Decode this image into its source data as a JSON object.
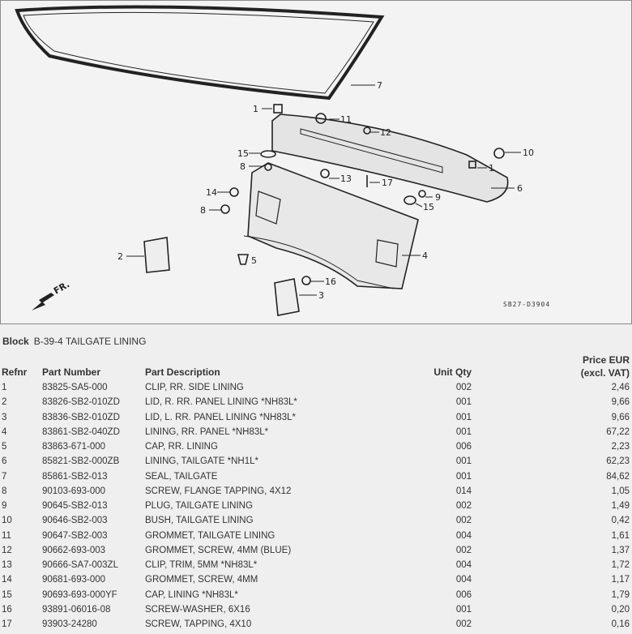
{
  "diagram": {
    "code": "SB27-D3904",
    "front_label": "FR.",
    "callouts": [
      "1",
      "11",
      "12",
      "7",
      "15",
      "8",
      "13",
      "17",
      "10",
      "1",
      "6",
      "9",
      "15",
      "14",
      "8",
      "2",
      "5",
      "4",
      "16",
      "3"
    ]
  },
  "block": {
    "label": "Block",
    "value": "B-39-4 TAILGATE LINING"
  },
  "table": {
    "headers": {
      "refnr": "Refnr",
      "part_number": "Part Number",
      "description": "Part Description",
      "qty": "Unit Qty",
      "price_line1": "Price EUR",
      "price_line2": "(excl. VAT)"
    },
    "rows": [
      {
        "ref": "1",
        "pn": "83825-SA5-000",
        "desc": "CLIP, RR. SIDE LINING",
        "qty": "002",
        "price": "2,46"
      },
      {
        "ref": "2",
        "pn": "83826-SB2-010ZD",
        "desc": "LID, R. RR. PANEL LINING *NH83L*",
        "qty": "001",
        "price": "9,66"
      },
      {
        "ref": "3",
        "pn": "83836-SB2-010ZD",
        "desc": "LID, L. RR. PANEL LINING *NH83L*",
        "qty": "001",
        "price": "9,66"
      },
      {
        "ref": "4",
        "pn": "83861-SB2-040ZD",
        "desc": "LINING, RR. PANEL *NH83L*",
        "qty": "001",
        "price": "67,22"
      },
      {
        "ref": "5",
        "pn": "83863-671-000",
        "desc": "CAP, RR. LINING",
        "qty": "006",
        "price": "2,23"
      },
      {
        "ref": "6",
        "pn": "85821-SB2-000ZB",
        "desc": "LINING, TAILGATE *NH1L*",
        "qty": "001",
        "price": "62,23"
      },
      {
        "ref": "7",
        "pn": "85861-SB2-013",
        "desc": "SEAL, TAILGATE",
        "qty": "001",
        "price": "84,62"
      },
      {
        "ref": "8",
        "pn": "90103-693-000",
        "desc": "SCREW, FLANGE TAPPING, 4X12",
        "qty": "014",
        "price": "1,05"
      },
      {
        "ref": "9",
        "pn": "90645-SB2-013",
        "desc": "PLUG, TAILGATE LINING",
        "qty": "002",
        "price": "1,49"
      },
      {
        "ref": "10",
        "pn": "90646-SB2-003",
        "desc": "BUSH, TAILGATE LINING",
        "qty": "002",
        "price": "0,42"
      },
      {
        "ref": "11",
        "pn": "90647-SB2-003",
        "desc": "GROMMET, TAILGATE LINING",
        "qty": "004",
        "price": "1,61"
      },
      {
        "ref": "12",
        "pn": "90662-693-003",
        "desc": "GROMMET, SCREW, 4MM (BLUE)",
        "qty": "002",
        "price": "1,37"
      },
      {
        "ref": "13",
        "pn": "90666-SA7-003ZL",
        "desc": "CLIP, TRIM, 5MM *NH83L*",
        "qty": "004",
        "price": "1,72"
      },
      {
        "ref": "14",
        "pn": "90681-693-000",
        "desc": "GROMMET, SCREW, 4MM",
        "qty": "004",
        "price": "1,17"
      },
      {
        "ref": "15",
        "pn": "90693-693-000YF",
        "desc": "CAP, LINING *NH83L*",
        "qty": "006",
        "price": "1,79"
      },
      {
        "ref": "16",
        "pn": "93891-06016-08",
        "desc": "SCREW-WASHER, 6X16",
        "qty": "001",
        "price": "0,20"
      },
      {
        "ref": "17",
        "pn": "93903-24280",
        "desc": "SCREW, TAPPING, 4X10",
        "qty": "002",
        "price": "0,16"
      }
    ]
  }
}
